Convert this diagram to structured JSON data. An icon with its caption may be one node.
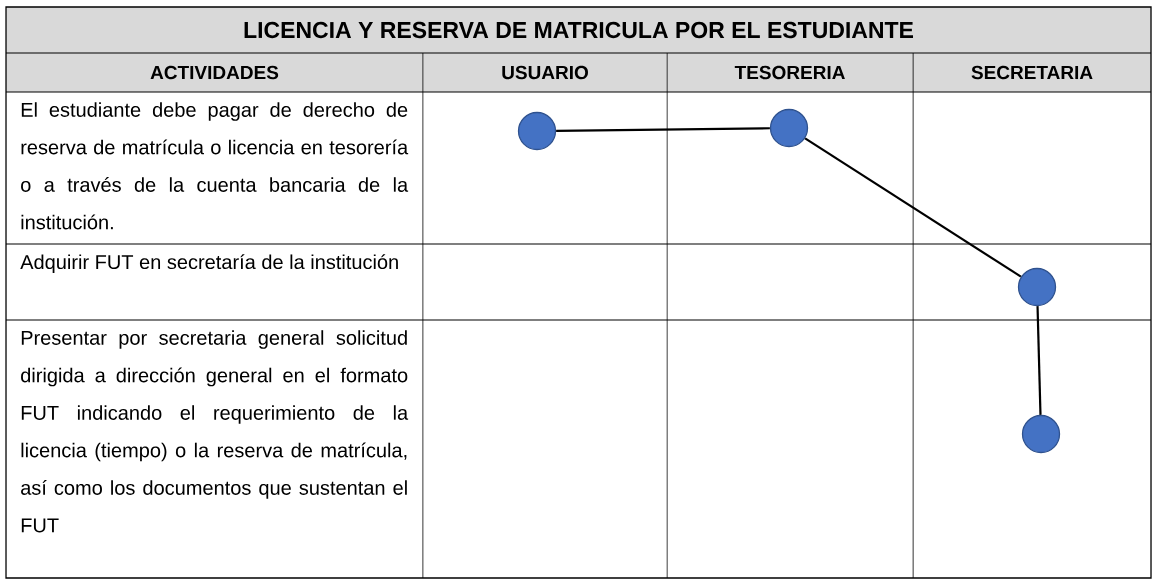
{
  "diagram": {
    "title": "LICENCIA Y RESERVA DE MATRICULA POR EL ESTUDIANTE",
    "nodes": [
      {
        "text": [],
        "shape": "circle"
      },
      {
        "text": [],
        "shape": "circle"
      },
      {
        "text": [],
        "shape": "circle"
      },
      {
        "text": [],
        "shape": "circle"
      }
    ],
    "edges": [
      {
        "from": 0,
        "to": 1,
        "arrow": "none"
      },
      {
        "from": 1,
        "to": 2,
        "arrow": "none"
      },
      {
        "from": 2,
        "to": 3,
        "arrow": "none"
      }
    ],
    "labels": [
      "ACTIVIDADES",
      "USUARIO",
      "TESORERIA",
      "SECRETARIA",
      "El estudiante debe pagar de derecho de reserva de matrícula o licencia en tesorería o a través de la cuenta bancaria de la institución.",
      "Adquirir FUT en secretaría de la institución",
      "Presentar por secretaria general solicitud dirigida a dirección general en el formato FUT indicando el requerimiento de la licencia (tiempo) o la reserva de matrícula, así como los documentos que sustentan el FUT"
    ]
  }
}
